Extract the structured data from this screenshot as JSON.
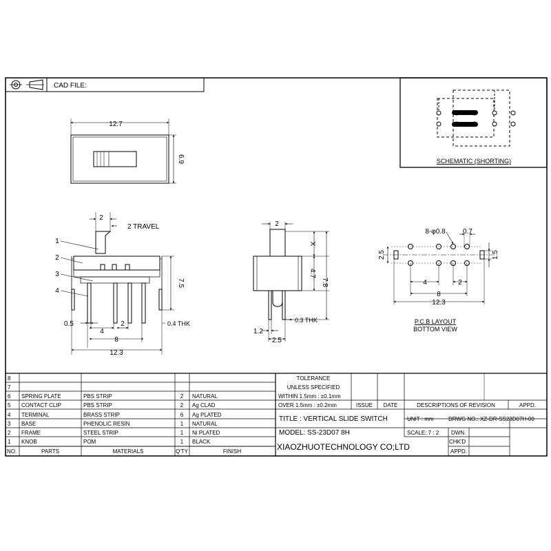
{
  "header": {
    "cad_label": "CAD FILE:"
  },
  "schematic": {
    "caption": "SCHEMATIC (SHORTING)"
  },
  "top_view": {
    "dims": {
      "width": "12.7",
      "height": "6.9"
    }
  },
  "front_view": {
    "callouts": [
      "1",
      "2",
      "3",
      "4"
    ],
    "dims": {
      "knob_width": "2",
      "travel": "2 TRAVEL",
      "height": "7.5",
      "pin_width": "0.5",
      "pitch": "2",
      "pin_span_inner": "4",
      "pin_span": "8",
      "overall": "12.3",
      "thk": "0.4 THK"
    }
  },
  "side_view": {
    "dims": {
      "knob_width": "2",
      "x": "X",
      "body": "4.7",
      "total": "7.8",
      "thk": "0.3 THK",
      "pin": "1.2",
      "pin_span": "2.5"
    }
  },
  "pcb_layout": {
    "dims": {
      "holes": "8-φ0.8",
      "pad": "0.7",
      "row": "2.5",
      "slot": "1.5",
      "span_inner": "4",
      "pitch": "2",
      "span": "8",
      "overall": "12.3"
    },
    "caption": "P.C.B LAYOUT",
    "subcaption": "BOTTOM VIEW"
  },
  "title_block": {
    "tolerance": {
      "title": "TOLERANCE",
      "subtitle": "UNLESS  SPECIFIED",
      "within": "WITHIN  1.5mm : ±0.1mm",
      "over": "OVER   1.5mm : ±0.2mm"
    },
    "revision_headers": {
      "issue": "ISSUE",
      "date": "DATE",
      "descriptions": "DESCRIPTIONS OF REVISION",
      "appd": "APPD."
    },
    "title": "TITLE : VERTICAL SLIDE SWITCH",
    "unit": "UNIT :  mm",
    "drawing_no": "DRWG NO.: XZ-DR-SS23D07H-00",
    "model": "MODEL: SS-23D07 8H",
    "scale": "SCALE:  7 : 2",
    "dwn": "DWN.",
    "chkd": "CHK'D",
    "appd": "APPD.",
    "company": "XIAOZHUOTECHNOLOGY CO;LTD"
  },
  "parts_list": {
    "headers": {
      "no": "NO.",
      "parts": "PARTS",
      "materials": "MATERIALS",
      "qty": "Q'TY",
      "finish": "FINISH"
    },
    "rows": [
      {
        "no": "8",
        "part": "",
        "material": "",
        "qty": "",
        "finish": ""
      },
      {
        "no": "7",
        "part": "",
        "material": "",
        "qty": "",
        "finish": ""
      },
      {
        "no": "6",
        "part": "SPRING PLATE",
        "material": "PBS STRIP",
        "qty": "2",
        "finish": "NATURAL"
      },
      {
        "no": "5",
        "part": "CONTACT CLIP",
        "material": "PBS STRIP",
        "qty": "2",
        "finish": "Ag CLAD"
      },
      {
        "no": "4",
        "part": "TERMINAL",
        "material": "BRASS STRIP",
        "qty": "6",
        "finish": "Ag PLATED"
      },
      {
        "no": "3",
        "part": "BASE",
        "material": "PHENOLIC RESIN",
        "qty": "1",
        "finish": "NATURAL"
      },
      {
        "no": "2",
        "part": "FRAME",
        "material": "STEEL STRIP",
        "qty": "1",
        "finish": "Ni PLATED"
      },
      {
        "no": "1",
        "part": "KNOB",
        "material": "POM",
        "qty": "1",
        "finish": "BLACK"
      }
    ]
  }
}
